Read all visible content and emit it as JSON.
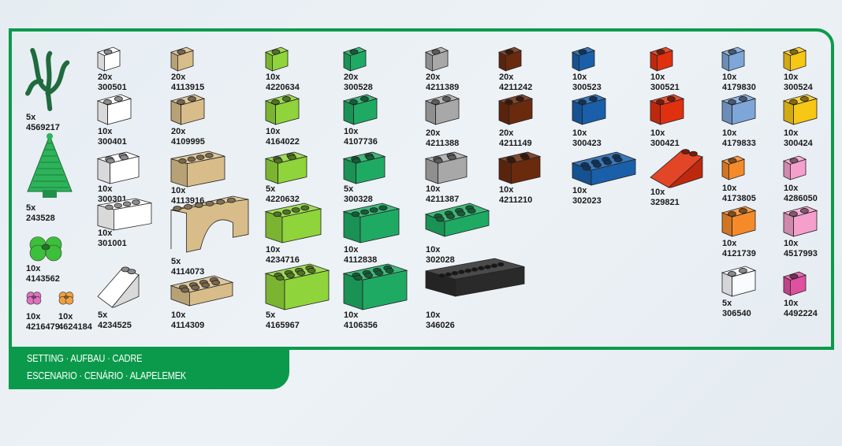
{
  "footer": {
    "line1": "SETTING · AUFBAU · CADRE",
    "line2": "ESCENARIO · CENÁRIO · ALAPELEMEK"
  },
  "colors": {
    "frame": "#0b9a4b"
  },
  "parts": [
    {
      "qty": "5x",
      "id": "4569217",
      "shape": "seaweed",
      "color": "#1f6b3e"
    },
    {
      "qty": "5x",
      "id": "243528",
      "shape": "tree",
      "color": "#2db35a"
    },
    {
      "qty": "10x",
      "id": "4143562",
      "shape": "leaf",
      "color": "#3cbf3a"
    },
    {
      "qty": "10x",
      "id": "4216479",
      "shape": "flower",
      "color": "#e070c0"
    },
    {
      "qty": "10x",
      "id": "4624184",
      "shape": "flower",
      "color": "#f0a040"
    },
    {
      "qty": "20x",
      "id": "300501",
      "shape": "brick1x1",
      "color": "#ffffff"
    },
    {
      "qty": "10x",
      "id": "300401",
      "shape": "brick1x2",
      "color": "#ffffff"
    },
    {
      "qty": "10x",
      "id": "300301",
      "shape": "brick2x2",
      "color": "#ffffff"
    },
    {
      "qty": "10x",
      "id": "301001",
      "shape": "brick1x4",
      "color": "#ffffff"
    },
    {
      "qty": "5x",
      "id": "4234525",
      "shape": "slope",
      "color": "#ffffff"
    },
    {
      "qty": "20x",
      "id": "4113915",
      "shape": "brick1x1",
      "color": "#d8bd8a"
    },
    {
      "qty": "20x",
      "id": "4109995",
      "shape": "brick1x2",
      "color": "#d8bd8a"
    },
    {
      "qty": "10x",
      "id": "4113916",
      "shape": "brick1x4",
      "color": "#d8bd8a"
    },
    {
      "qty": "5x",
      "id": "4114073",
      "shape": "arch",
      "color": "#d8bd8a"
    },
    {
      "qty": "10x",
      "id": "4114309",
      "shape": "plate2x4",
      "color": "#d8bd8a"
    },
    {
      "qty": "10x",
      "id": "4220634",
      "shape": "brick1x1",
      "color": "#8fd43a"
    },
    {
      "qty": "10x",
      "id": "4164022",
      "shape": "brick1x2",
      "color": "#8fd43a"
    },
    {
      "qty": "5x",
      "id": "4220632",
      "shape": "brick2x2",
      "color": "#8fd43a"
    },
    {
      "qty": "10x",
      "id": "4234716",
      "shape": "brick1x4",
      "color": "#8fd43a"
    },
    {
      "qty": "5x",
      "id": "4165967",
      "shape": "brick2x4",
      "color": "#8fd43a"
    },
    {
      "qty": "20x",
      "id": "300528",
      "shape": "brick1x1",
      "color": "#1faa64"
    },
    {
      "qty": "10x",
      "id": "4107736",
      "shape": "brick1x2",
      "color": "#1faa64"
    },
    {
      "qty": "5x",
      "id": "300328",
      "shape": "brick2x2",
      "color": "#1faa64"
    },
    {
      "qty": "10x",
      "id": "4112838",
      "shape": "brick1x4",
      "color": "#1faa64"
    },
    {
      "qty": "10x",
      "id": "4106356",
      "shape": "brick2x4",
      "color": "#1faa64"
    },
    {
      "qty": "20x",
      "id": "4211389",
      "shape": "brick1x1",
      "color": "#a8a8a8"
    },
    {
      "qty": "20x",
      "id": "4211388",
      "shape": "brick1x2",
      "color": "#a8a8a8"
    },
    {
      "qty": "10x",
      "id": "4211387",
      "shape": "brick2x2",
      "color": "#a8a8a8"
    },
    {
      "qty": "10x",
      "id": "302028",
      "shape": "plate2x4",
      "color": "#1faa64"
    },
    {
      "qty": "10x",
      "id": "346026",
      "shape": "plate1x10",
      "color": "#2a2a2a"
    },
    {
      "qty": "20x",
      "id": "4211242",
      "shape": "brick1x1",
      "color": "#6a2a0e"
    },
    {
      "qty": "20x",
      "id": "4211149",
      "shape": "brick1x2",
      "color": "#6a2a0e"
    },
    {
      "qty": "10x",
      "id": "4211210",
      "shape": "brick2x2",
      "color": "#6a2a0e"
    },
    {
      "qty": "10x",
      "id": "300523",
      "shape": "brick1x1",
      "color": "#1a5faa"
    },
    {
      "qty": "10x",
      "id": "300423",
      "shape": "brick1x2",
      "color": "#1a5faa"
    },
    {
      "qty": "10x",
      "id": "302023",
      "shape": "plate2x4",
      "color": "#1a5faa"
    },
    {
      "qty": "10x",
      "id": "300521",
      "shape": "brick1x1",
      "color": "#e0300f"
    },
    {
      "qty": "10x",
      "id": "300421",
      "shape": "brick1x2",
      "color": "#e0300f"
    },
    {
      "qty": "10x",
      "id": "329821",
      "shape": "slope3x2",
      "color": "#e0300f"
    },
    {
      "qty": "10x",
      "id": "4179830",
      "shape": "brick1x1",
      "color": "#7ea6d8"
    },
    {
      "qty": "10x",
      "id": "4179833",
      "shape": "brick1x2",
      "color": "#7ea6d8"
    },
    {
      "qty": "10x",
      "id": "4173805",
      "shape": "brick1x1",
      "color": "#f58a2a"
    },
    {
      "qty": "10x",
      "id": "4121739",
      "shape": "brick1x2",
      "color": "#f58a2a"
    },
    {
      "qty": "5x",
      "id": "306540",
      "shape": "brick1x2",
      "color": "#f8fbff"
    },
    {
      "qty": "10x",
      "id": "300524",
      "shape": "brick1x1",
      "color": "#f7c715"
    },
    {
      "qty": "10x",
      "id": "300424",
      "shape": "brick1x2",
      "color": "#f7c715"
    },
    {
      "qty": "10x",
      "id": "4286050",
      "shape": "brick1x1",
      "color": "#f5a0cc"
    },
    {
      "qty": "10x",
      "id": "4517993",
      "shape": "brick1x2",
      "color": "#f5a0cc"
    },
    {
      "qty": "10x",
      "id": "4492224",
      "shape": "brick1x1",
      "color": "#e050a0"
    }
  ]
}
